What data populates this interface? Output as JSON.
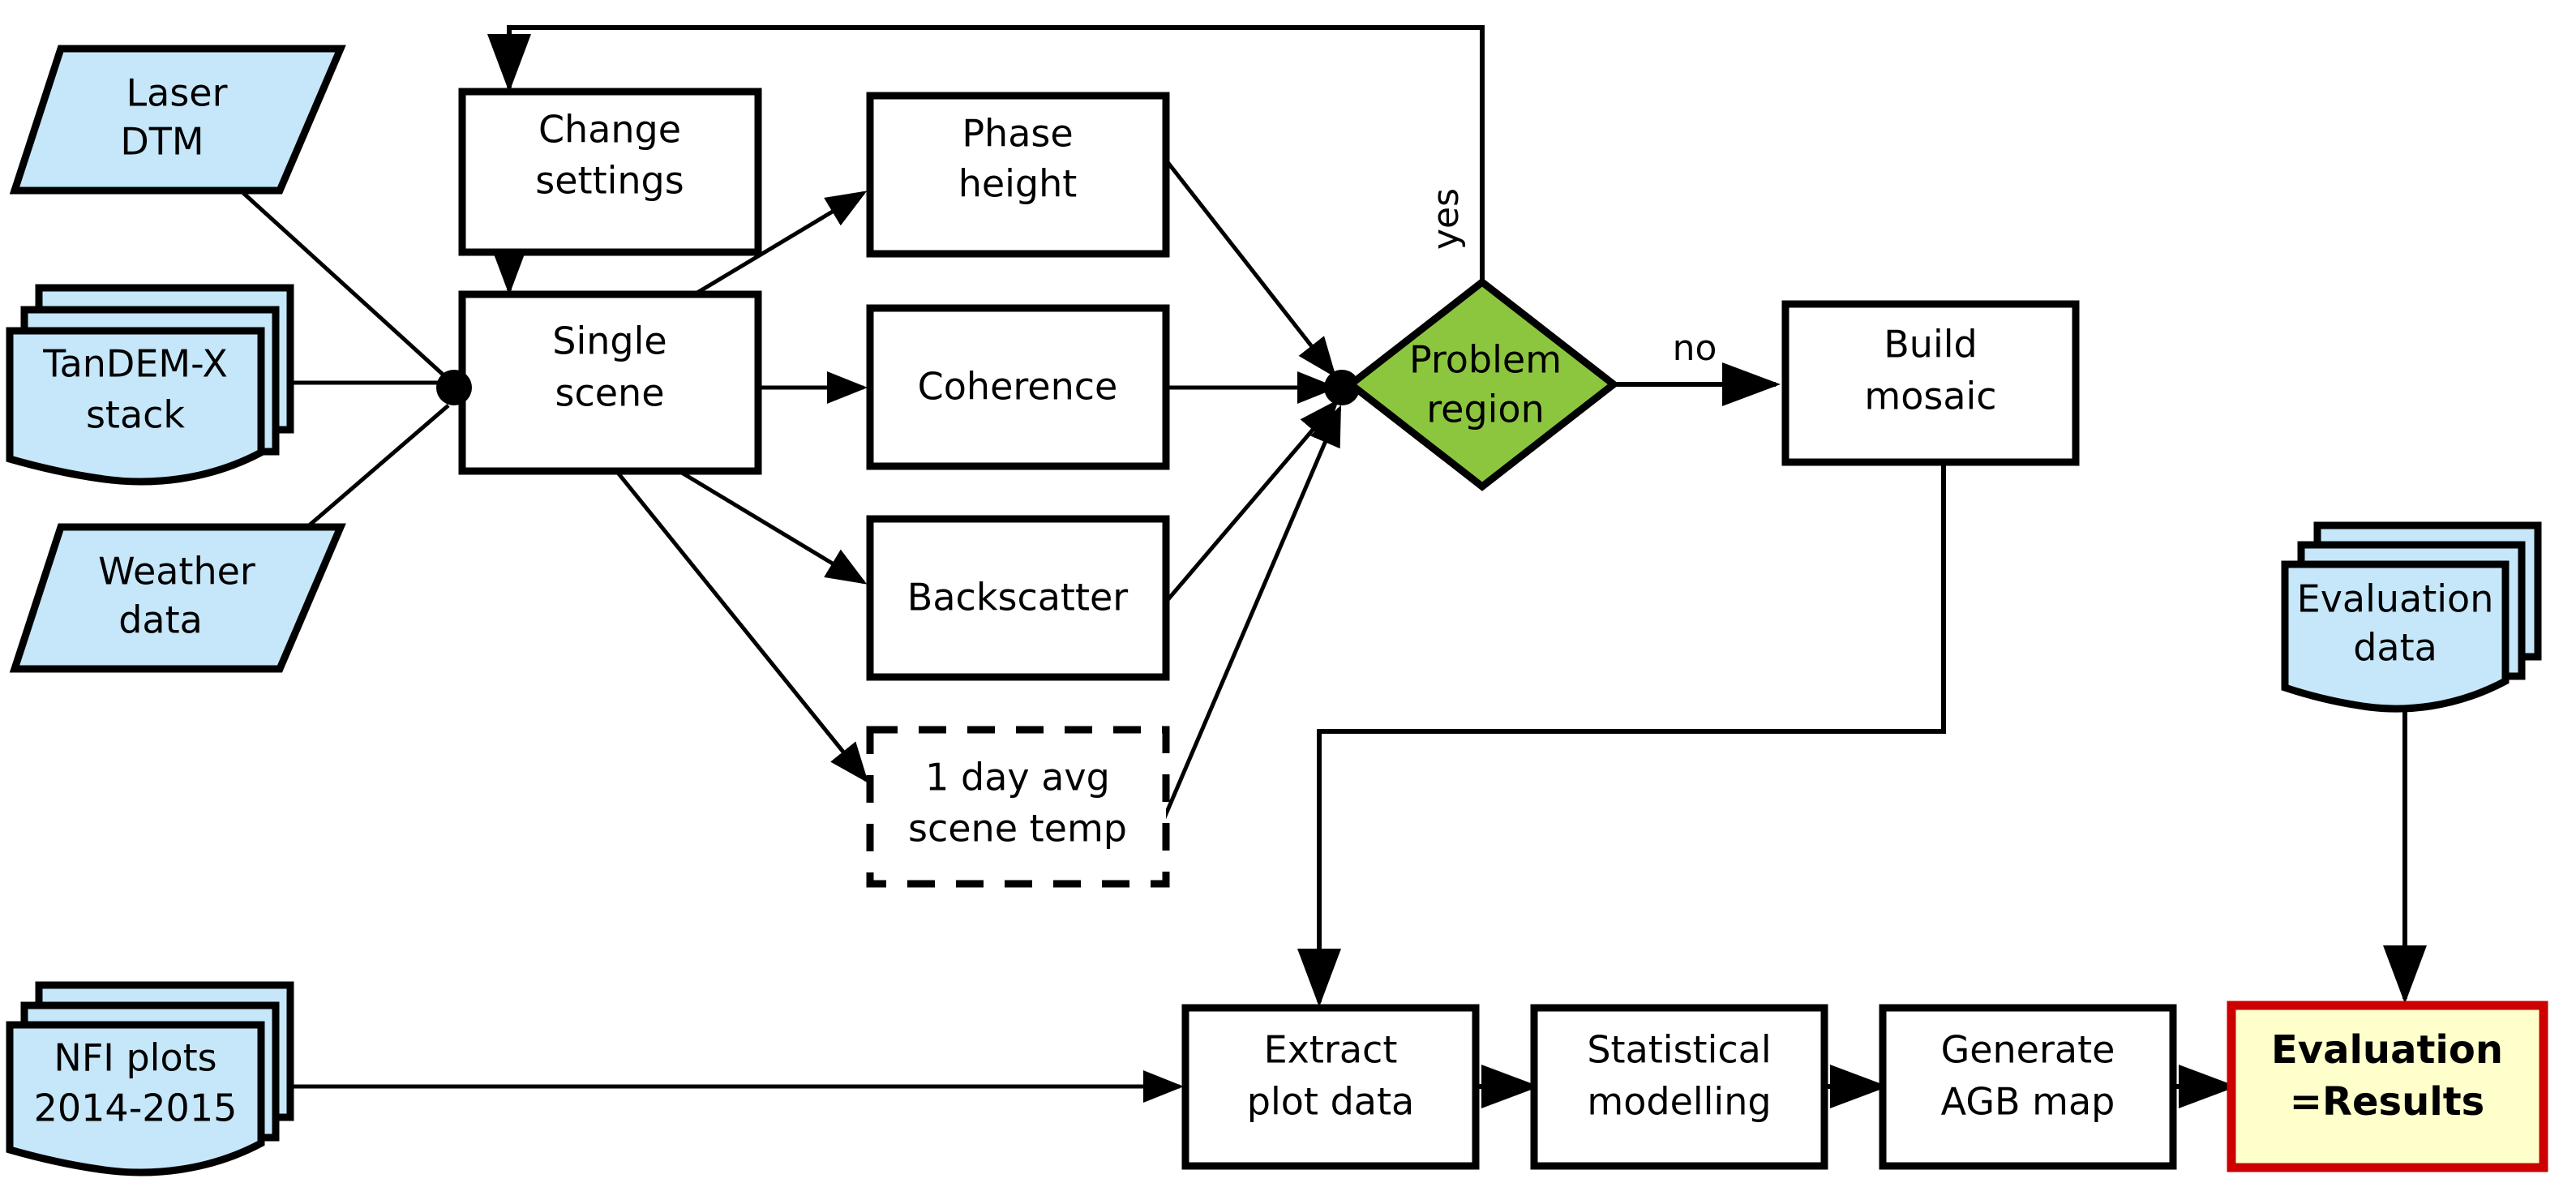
{
  "diagram": {
    "title": "TanDEM-X AGB processing chain flowchart",
    "colors": {
      "data_fill": "#c5e7f9",
      "decision_fill": "#8cc63f",
      "result_fill": "#ffffcc",
      "result_border": "#cc0000",
      "process_fill": "#ffffff",
      "stroke": "#000000"
    },
    "nodes": [
      {
        "id": "laser-dtm",
        "label_lines": [
          "Laser",
          "DTM"
        ],
        "shape": "parallelogram"
      },
      {
        "id": "tandem-x-stack",
        "label_lines": [
          "TanDEM-X",
          "stack"
        ],
        "shape": "multi-document"
      },
      {
        "id": "weather-data",
        "label_lines": [
          "Weather",
          "data"
        ],
        "shape": "parallelogram"
      },
      {
        "id": "change-settings",
        "label_lines": [
          "Change",
          "settings"
        ],
        "shape": "process"
      },
      {
        "id": "single-scene",
        "label_lines": [
          "Single",
          "scene"
        ],
        "shape": "process"
      },
      {
        "id": "phase-height",
        "label_lines": [
          "Phase",
          "height"
        ],
        "shape": "process"
      },
      {
        "id": "coherence",
        "label_lines": [
          "Coherence"
        ],
        "shape": "process"
      },
      {
        "id": "backscatter",
        "label_lines": [
          "Backscatter"
        ],
        "shape": "process"
      },
      {
        "id": "scene-temp",
        "label_lines": [
          "1 day avg",
          "scene temp"
        ],
        "shape": "dashed-process"
      },
      {
        "id": "problem-region",
        "label_lines": [
          "Problem",
          "region"
        ],
        "shape": "decision"
      },
      {
        "id": "build-mosaic",
        "label_lines": [
          "Build",
          "mosaic"
        ],
        "shape": "process"
      },
      {
        "id": "evaluation-data",
        "label_lines": [
          "Evaluation",
          "data"
        ],
        "shape": "multi-document"
      },
      {
        "id": "nfi-plots",
        "label_lines": [
          "NFI plots",
          "2014-2015"
        ],
        "shape": "multi-document"
      },
      {
        "id": "extract-plot-data",
        "label_lines": [
          "Extract",
          "plot data"
        ],
        "shape": "process"
      },
      {
        "id": "statistical-modelling",
        "label_lines": [
          "Statistical",
          "modelling"
        ],
        "shape": "process"
      },
      {
        "id": "generate-agb-map",
        "label_lines": [
          "Generate",
          "AGB map"
        ],
        "shape": "process"
      },
      {
        "id": "evaluation-results",
        "label_lines": [
          "Evaluation",
          "=Results"
        ],
        "shape": "result"
      }
    ],
    "edge_labels": {
      "yes": "yes",
      "no": "no"
    },
    "edges": [
      {
        "from": "laser-dtm",
        "to": "single-scene"
      },
      {
        "from": "tandem-x-stack",
        "to": "single-scene"
      },
      {
        "from": "weather-data",
        "to": "single-scene"
      },
      {
        "from": "change-settings",
        "to": "single-scene"
      },
      {
        "from": "single-scene",
        "to": "phase-height"
      },
      {
        "from": "single-scene",
        "to": "coherence"
      },
      {
        "from": "single-scene",
        "to": "backscatter"
      },
      {
        "from": "single-scene",
        "to": "scene-temp"
      },
      {
        "from": "phase-height",
        "to": "problem-region"
      },
      {
        "from": "coherence",
        "to": "problem-region"
      },
      {
        "from": "backscatter",
        "to": "problem-region"
      },
      {
        "from": "scene-temp",
        "to": "problem-region"
      },
      {
        "from": "problem-region",
        "to": "change-settings",
        "label": "yes"
      },
      {
        "from": "problem-region",
        "to": "build-mosaic",
        "label": "no"
      },
      {
        "from": "build-mosaic",
        "to": "extract-plot-data"
      },
      {
        "from": "nfi-plots",
        "to": "extract-plot-data"
      },
      {
        "from": "extract-plot-data",
        "to": "statistical-modelling"
      },
      {
        "from": "statistical-modelling",
        "to": "generate-agb-map"
      },
      {
        "from": "generate-agb-map",
        "to": "evaluation-results"
      },
      {
        "from": "evaluation-data",
        "to": "evaluation-results"
      }
    ],
    "text": {
      "laser_dtm_l1": "Laser",
      "laser_dtm_l2": "DTM",
      "tandem_l1": "TanDEM-X",
      "tandem_l2": "stack",
      "weather_l1": "Weather",
      "weather_l2": "data",
      "change_l1": "Change",
      "change_l2": "settings",
      "single_l1": "Single",
      "single_l2": "scene",
      "phase_l1": "Phase",
      "phase_l2": "height",
      "coherence_l1": "Coherence",
      "backscatter_l1": "Backscatter",
      "temp_l1": "1 day avg",
      "temp_l2": "scene temp",
      "problem_l1": "Problem",
      "problem_l2": "region",
      "mosaic_l1": "Build",
      "mosaic_l2": "mosaic",
      "evaldata_l1": "Evaluation",
      "evaldata_l2": "data",
      "nfi_l1": "NFI plots",
      "nfi_l2": "2014-2015",
      "extract_l1": "Extract",
      "extract_l2": "plot data",
      "stat_l1": "Statistical",
      "stat_l2": "modelling",
      "agb_l1": "Generate",
      "agb_l2": "AGB map",
      "result_l1": "Evaluation",
      "result_l2": "=Results",
      "yes": "yes",
      "no": "no"
    }
  }
}
